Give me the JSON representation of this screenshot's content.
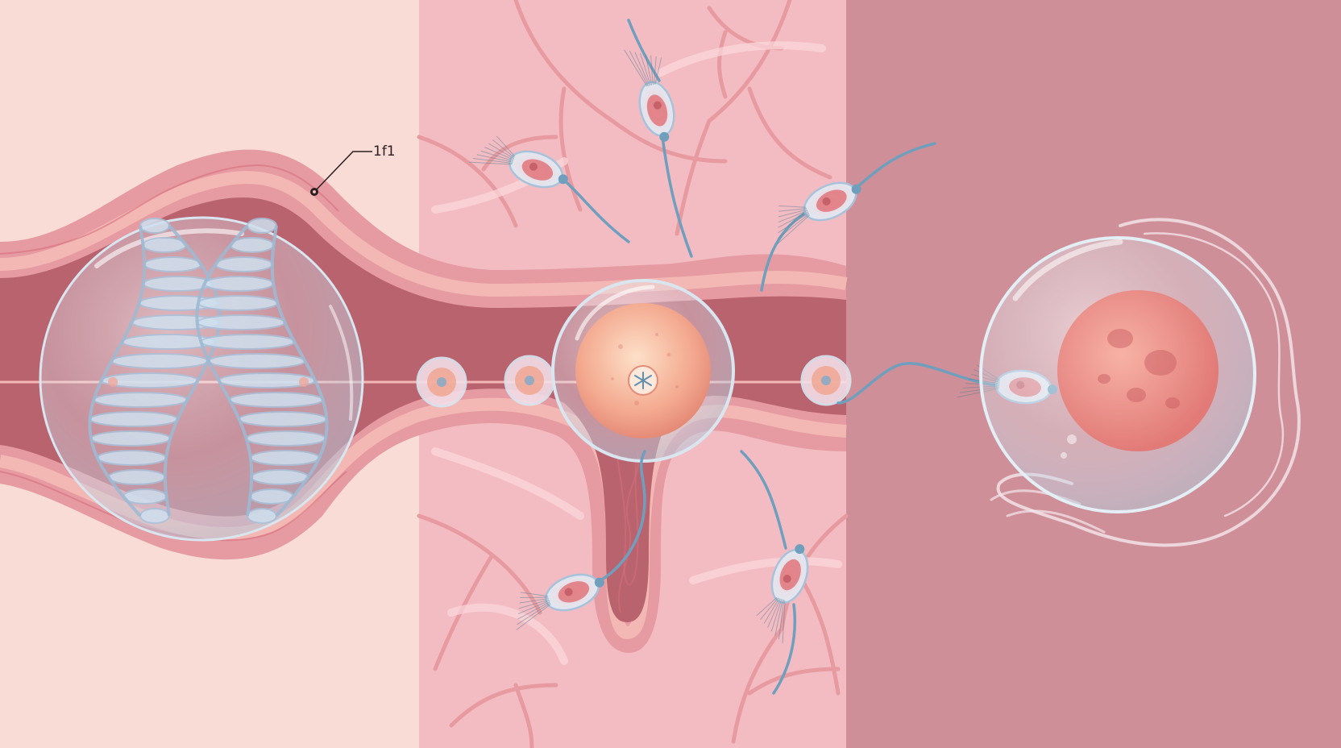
{
  "diagram": {
    "callout_label": "1f1",
    "panels": [
      {
        "name": "chromosome-panel",
        "color": "#f8dcd5"
      },
      {
        "name": "fertilization-panel",
        "color": "#f3bcc3"
      },
      {
        "name": "zygote-panel",
        "color": "#cf8f98"
      }
    ],
    "colors": {
      "tube_wall": "#e69aa2",
      "tube_lumen": "#b9636f",
      "tube_inner_stripe": "#f3b8b3",
      "vein": "#e79aa0",
      "membrane": "#e4eef5",
      "sperm_tail": "#6f9fbd",
      "nucleus": "#f0a08a",
      "zygote_nucleus": "#e7857f",
      "chromosome": "#cfe0ef"
    }
  }
}
